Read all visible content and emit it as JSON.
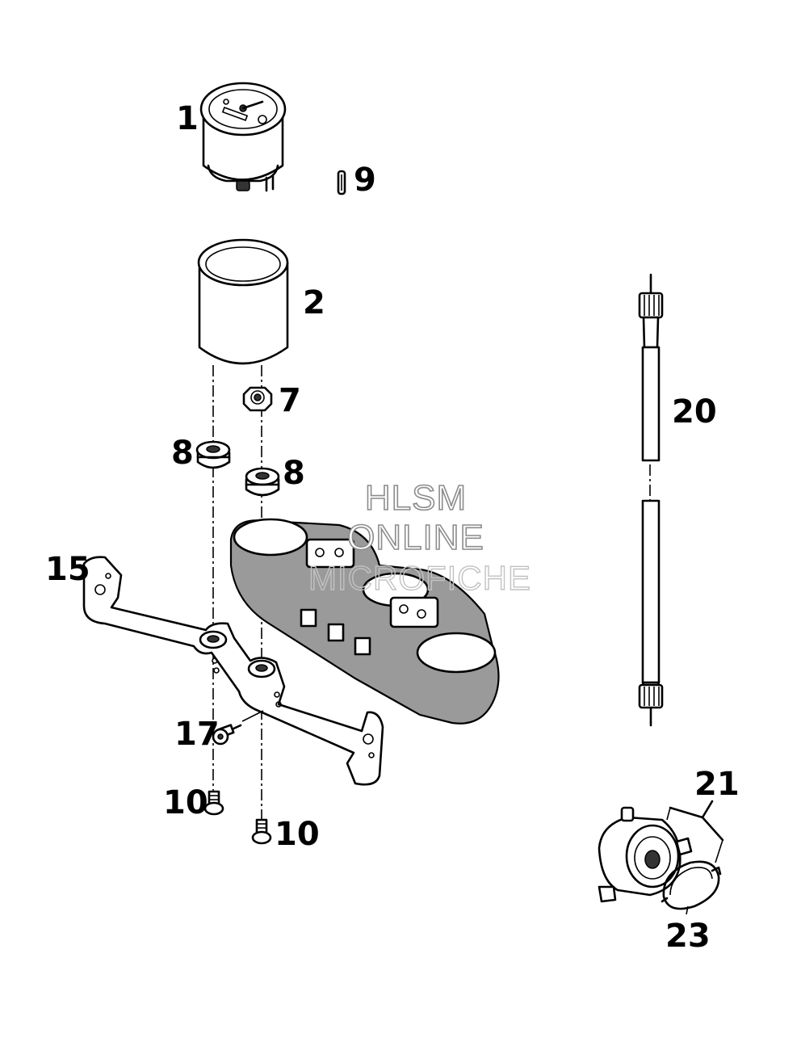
{
  "callouts": {
    "c1": "1",
    "c2": "2",
    "c7": "7",
    "c8a": "8",
    "c8b": "8",
    "c9": "9",
    "c10a": "10",
    "c10b": "10",
    "c15": "15",
    "c17": "17",
    "c20": "20",
    "c21": "21",
    "c23": "23"
  },
  "watermark": {
    "line1": "HLSM",
    "line2": "ONLINE",
    "line3": "MICROFICHE"
  },
  "colors": {
    "ink": "#000000",
    "paper": "#ffffff",
    "watermark_outline": "#8c8c8c"
  }
}
